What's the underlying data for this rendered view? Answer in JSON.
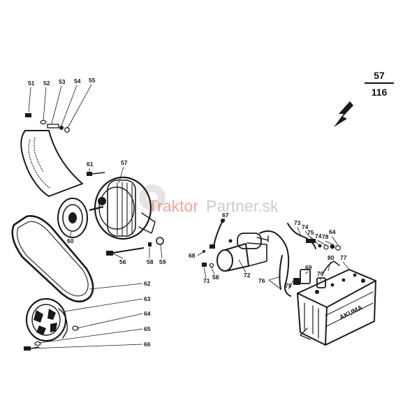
{
  "page_ref": {
    "top": "57",
    "bottom": "116"
  },
  "watermark": {
    "part1": "Traktor",
    "part2": "Partner.sk"
  },
  "colors": {
    "ink": "#1a1a1a",
    "watermark_red": "#e4231b",
    "watermark_grey": "#8f8f8f"
  },
  "callouts": {
    "c51": "51",
    "c52": "52",
    "c53": "53",
    "c54": "54",
    "c55": "55",
    "c57": "57",
    "c61": "61",
    "c60": "60",
    "c56": "56",
    "c58a": "58",
    "c59": "59",
    "c62": "62",
    "c63": "63",
    "c64a": "64",
    "c65": "65",
    "c66": "66",
    "c67": "67",
    "c68": "68",
    "c71": "71",
    "c58b": "58",
    "c72": "72",
    "c76": "76",
    "c73": "73",
    "c74": "74",
    "c75": "75",
    "c74b": "74",
    "c78": "78",
    "c64b": "64",
    "c80": "80",
    "c77": "77",
    "c69": "69",
    "c70": "70",
    "c79": "79"
  },
  "battery_label": "AKUMA"
}
